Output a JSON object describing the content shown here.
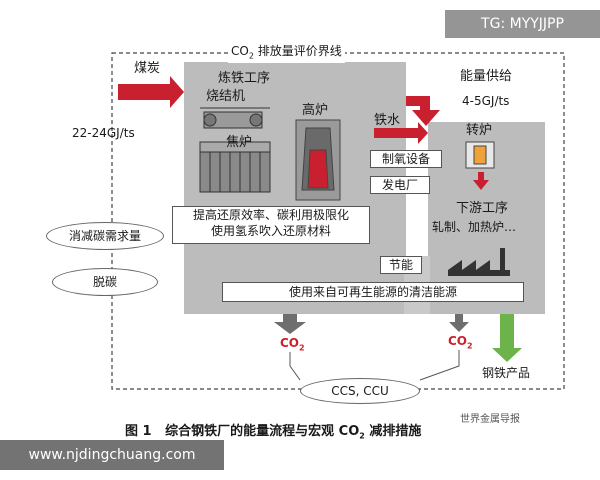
{
  "header": {
    "boundary_prefix": "CO",
    "boundary_sub": "2",
    "boundary_suffix": " 排放量评价界线"
  },
  "inputs": {
    "coal": "煤炭",
    "coal_energy": "22-24GJ/ts"
  },
  "ironmaking": {
    "title": "炼铁工序",
    "sinter": "烧结机",
    "coke_oven": "焦炉",
    "blast_furnace": "高炉",
    "hot_metal": "铁水"
  },
  "energy_supply": {
    "title": "能量供给",
    "value": "4-5GJ/ts"
  },
  "steelmaking": {
    "converter": "转炉",
    "oxygen_plant": "制氧设备",
    "power_plant": "发电厂",
    "downstream_title": "下游工序",
    "downstream_detail": "轧制、加热炉…",
    "energy_saving": "节能"
  },
  "measures": {
    "reduction_line1": "提高还原效率、碳利用极限化",
    "reduction_line2": "使用氢系吹入还原材料",
    "clean_energy": "使用来自可再生能源的清洁能源"
  },
  "left_options": {
    "demand_reduction": "消减碳需求量",
    "decarbonize": "脱碳"
  },
  "outputs": {
    "co2_prefix": "CO",
    "co2_sub": "2",
    "ccs_ccu": "CCS, CCU",
    "steel_products": "钢铁产品"
  },
  "caption": {
    "figure": "图 1",
    "text_prefix": "综合钢铁厂的能量流程与宏观 CO",
    "text_sub": "2",
    "text_suffix": " 减排措施"
  },
  "watermarks": {
    "top_right": "TG: MYYJJPP",
    "bottom_left": "www.njdingchuang.com",
    "publisher": "世界金属导报"
  },
  "colors": {
    "panel_gray": "#bcbcbc",
    "input_arrow": "#c8202f",
    "co2_arrow": "#6e6e6e",
    "product_arrow": "#6bb34a",
    "co2_text": "#d01e2a"
  }
}
